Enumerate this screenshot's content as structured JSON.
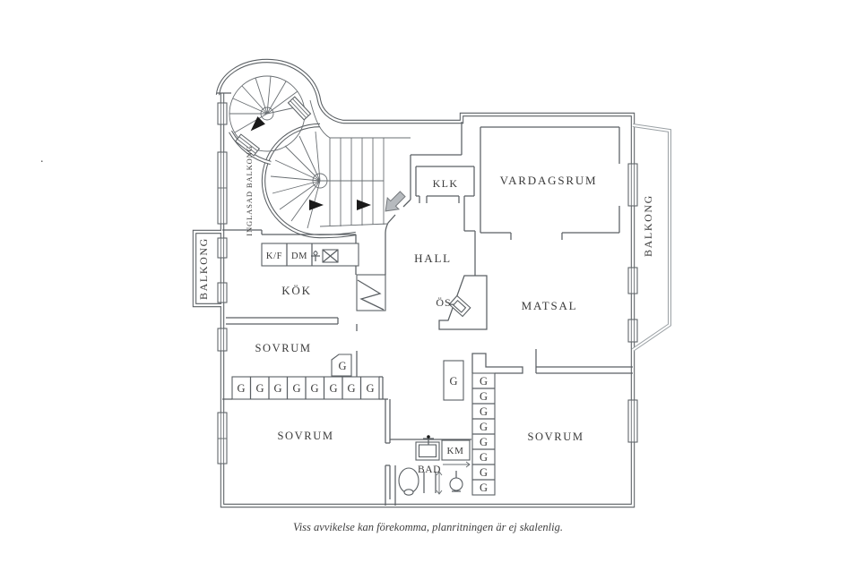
{
  "rooms": {
    "klk": "KLK",
    "vardagsrum": "VARDAGSRUM",
    "hall": "HALL",
    "kok": "KÖK",
    "os": "ÖS",
    "matsal": "MATSAL",
    "sovrum": "SOVRUM",
    "bad": "BAD"
  },
  "balconies": {
    "balkong": "BALKONG",
    "inglasad": "INGLASAD BALKONG"
  },
  "labels": {
    "fridge_freezer": "K/F",
    "dishwasher": "DM",
    "washing_machine": "KM",
    "wardrobe": "G"
  },
  "caption": "Viss avvikelse kan förekomma, planritningen är ej skalenlig.",
  "stray_dot": ".",
  "colors": {
    "wall": "#5a5f63",
    "balcony_gray": "#9aa0a4",
    "entry_arrow": "#b6babe",
    "text": "#3a3a3a"
  }
}
